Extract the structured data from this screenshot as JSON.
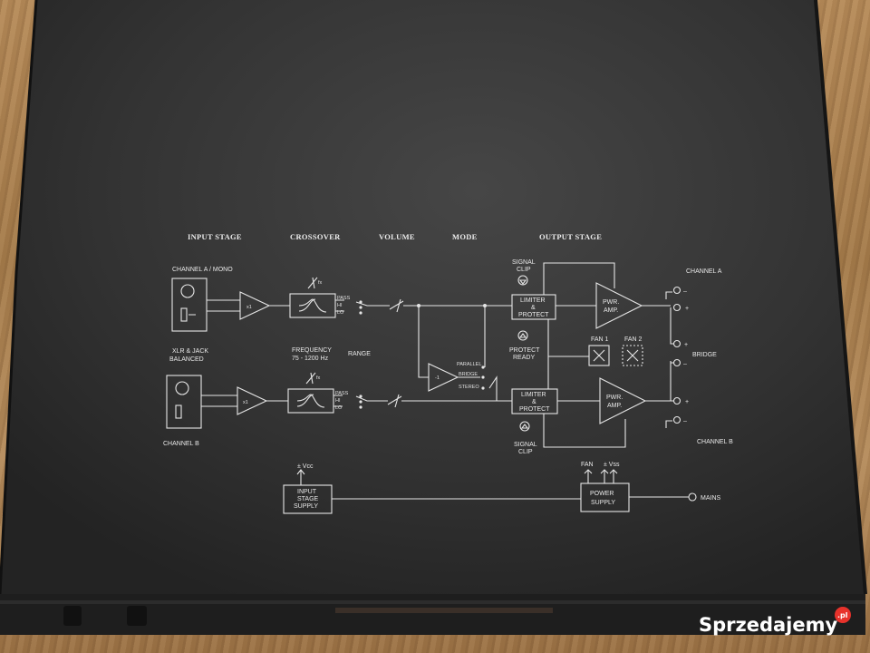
{
  "sections": {
    "input_stage": "INPUT STAGE",
    "crossover": "CROSSOVER",
    "volume": "VOLUME",
    "mode": "MODE",
    "output_stage": "OUTPUT STAGE"
  },
  "labels": {
    "channel_a_mono": "CHANNEL A / MONO",
    "xlr_jack": "XLR & JACK",
    "balanced": "BALANCED",
    "channel_b_left": "CHANNEL B",
    "frequency": "FREQUENCY",
    "freq_range": "75 - 1200 Hz",
    "range": "RANGE",
    "x1": "x1",
    "fx": "fx",
    "pass": "PASS",
    "hi": "HI",
    "lo": "LO",
    "parallel": "PARALLEL",
    "bridge_mode": "BRIDGE",
    "stereo": "STEREO",
    "minus_one": "-1",
    "signal": "SIGNAL",
    "clip": "CLIP",
    "limiter": "LIMITER",
    "amp_and": "&",
    "protect": "PROTECT",
    "protect_ready_1": "PROTECT",
    "protect_ready_2": "READY",
    "pwr": "PWR.",
    "amp": "AMP.",
    "fan1": "FAN 1",
    "fan2": "FAN 2",
    "channel_a_right": "CHANNEL A",
    "bridge_right": "BRIDGE",
    "channel_b_right": "CHANNEL B",
    "minus": "–",
    "plus": "+",
    "vcc": "± Vcc",
    "input_supply_1": "INPUT",
    "input_supply_2": "STAGE",
    "input_supply_3": "SUPPLY",
    "fan": "FAN",
    "vss": "± Vss",
    "power_supply_1": "POWER",
    "power_supply_2": "SUPPLY",
    "mains": "MAINS"
  },
  "watermark": "Sprzedajemy",
  "watermark_suffix": ".pl",
  "colors": {
    "panel": "#2e2e2e",
    "print": "#e6e6e6",
    "wood": "#a97f4f",
    "watermark_dot": "#e8322b"
  }
}
